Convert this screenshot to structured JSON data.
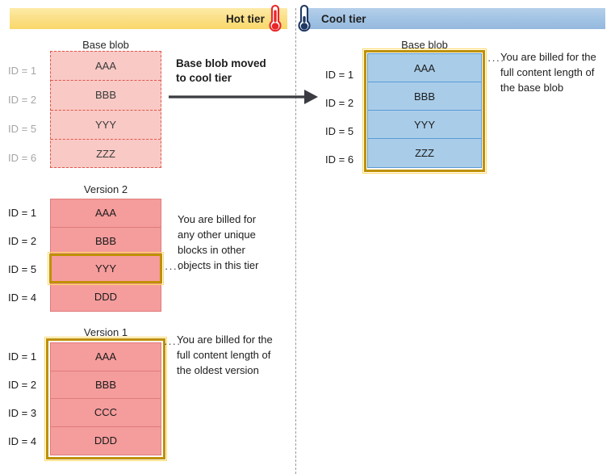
{
  "tiers": {
    "hot": {
      "label": "Hot tier",
      "icon": "thermometer-hot-icon",
      "color": "#f9d86a"
    },
    "cool": {
      "label": "Cool tier",
      "icon": "thermometer-cool-icon",
      "color": "#a3c4e4"
    }
  },
  "transition": {
    "label_line1": "Base blob moved",
    "label_line2": "to cool tier",
    "arrow": "arrow-right-icon"
  },
  "hot_tier": {
    "base_blob": {
      "caption": "Base blob",
      "style": "dashed-outline-light-pink",
      "rows": [
        {
          "id": "ID = 1",
          "block": "AAA"
        },
        {
          "id": "ID = 2",
          "block": "BBB"
        },
        {
          "id": "ID = 5",
          "block": "YYY"
        },
        {
          "id": "ID = 6",
          "block": "ZZZ"
        }
      ]
    },
    "version2": {
      "caption": "Version 2",
      "style": "solid-pink",
      "rows": [
        {
          "id": "ID = 1",
          "block": "AAA"
        },
        {
          "id": "ID = 2",
          "block": "BBB"
        },
        {
          "id": "ID = 5",
          "block": "YYY"
        },
        {
          "id": "ID = 4",
          "block": "DDD"
        }
      ],
      "highlight_row_index": 2,
      "note": "You are billed for any other unique blocks in other objects in this tier"
    },
    "version1": {
      "caption": "Version 1",
      "style": "solid-pink",
      "rows": [
        {
          "id": "ID = 1",
          "block": "AAA"
        },
        {
          "id": "ID = 2",
          "block": "BBB"
        },
        {
          "id": "ID = 3",
          "block": "CCC"
        },
        {
          "id": "ID = 4",
          "block": "DDD"
        }
      ],
      "highlight_whole_block": true,
      "note": "You are billed for the full content length of the oldest version"
    }
  },
  "cool_tier": {
    "base_blob": {
      "caption": "Base blob",
      "style": "solid-blue",
      "rows": [
        {
          "id": "ID = 1",
          "block": "AAA"
        },
        {
          "id": "ID = 2",
          "block": "BBB"
        },
        {
          "id": "ID = 5",
          "block": "YYY"
        },
        {
          "id": "ID = 6",
          "block": "ZZZ"
        }
      ],
      "highlight_whole_block": true,
      "note": "You are billed for the full content length of the base blob"
    }
  },
  "notes": {
    "v2_line1": "You are billed for",
    "v2_line2": "any other unique",
    "v2_line3": "blocks in other",
    "v2_line4": "objects in this tier",
    "v1_line1": "You are billed for the",
    "v1_line2": "full content length of",
    "v1_line3": "the oldest version",
    "cool_line1": "You are billed for the",
    "cool_line2": "full content length of",
    "cool_line3": "the base blob",
    "leader": "····"
  },
  "colors": {
    "hot_banner": "#f9d86a",
    "cool_banner": "#a3c4e4",
    "pink_solid": "#f59c9c",
    "pink_light": "#f9c9c5",
    "pink_border": "#e2574c",
    "blue_fill": "#a9cde9",
    "blue_border": "#5b9bd5",
    "gold": "#bf9000",
    "gold_light": "#ffd966"
  }
}
